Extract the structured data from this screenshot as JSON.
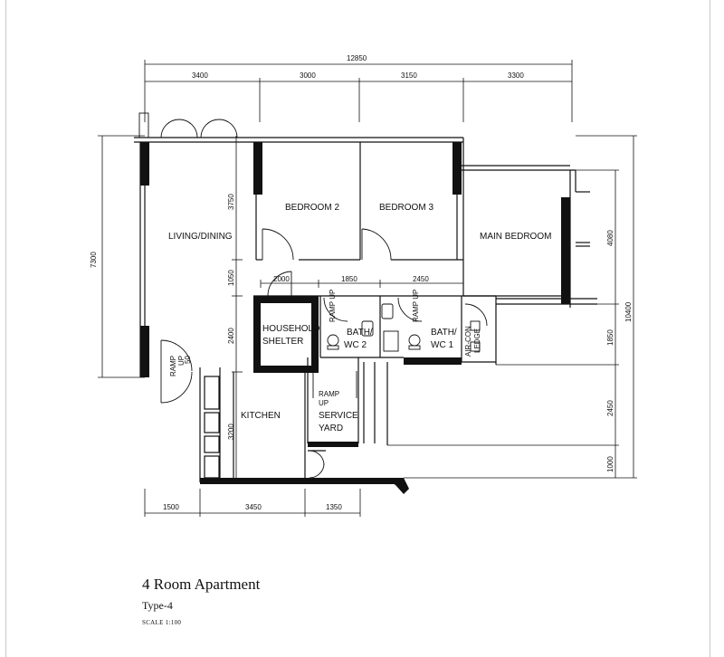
{
  "rooms": {
    "living_dining": "LIVING/DINING",
    "bedroom2": "BEDROOM 2",
    "bedroom3": "BEDROOM 3",
    "main_bedroom": "MAIN BEDROOM",
    "household_shelter_1": "HOUSEHOLD",
    "household_shelter_2": "SHELTER",
    "bath_wc2_1": "BATH/",
    "bath_wc2_2": "WC 2",
    "bath_wc1_1": "BATH/",
    "bath_wc1_2": "WC 1",
    "aircon_1": "AIR-CON",
    "aircon_2": "LEDGE",
    "kitchen": "KITCHEN",
    "service_yard_1": "SERVICE",
    "service_yard_2": "YARD",
    "ramp_up_sy_1": "RAMP",
    "ramp_up_sy_2": "UP",
    "ramp_up_entry_1": "RAMP",
    "ramp_up_entry_2": "UP",
    "ramp_up_b2": "RAMP UP",
    "ramp_up_b1": "RAMP UP"
  },
  "dimensions": {
    "top_total": "12850",
    "top_1": "3400",
    "top_2": "3000",
    "top_3": "3150",
    "top_4": "3300",
    "left_total": "7300",
    "left_1": "3750",
    "left_2": "1050",
    "left_3": "2400",
    "left_4": "3200",
    "right_1": "4080",
    "right_2": "1850",
    "right_3": "2450",
    "right_4": "1000",
    "right_total": "10400",
    "inner_2000": "2000",
    "inner_1850": "1850",
    "inner_2450": "2450",
    "entry_50": "50",
    "bottom_1": "1500",
    "bottom_2": "3450",
    "bottom_3": "1350"
  },
  "caption": {
    "title": "4 Room Apartment",
    "type": "Type-4",
    "scale": "SCALE  1:100"
  }
}
